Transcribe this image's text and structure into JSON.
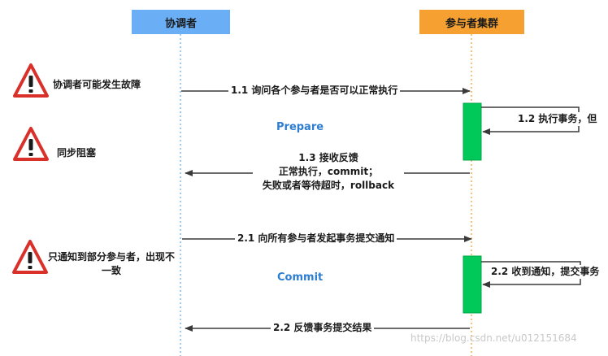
{
  "participants": {
    "coordinator": "协调者",
    "cluster": "参与者集群"
  },
  "warnings": [
    "协调者可能发生故障",
    "同步阻塞",
    "只通知到部分参与者，出现不一致"
  ],
  "phases": {
    "prepare": "Prepare",
    "commit": "Commit"
  },
  "messages": {
    "m11": "1.1 询问各个参与者是否可以正常执行",
    "m12": "1.2 执行事务，但",
    "m13_line1": "1.3 接收反馈",
    "m13_line2": "正常执行，commit；",
    "m13_line3": "失败或者等待超时，rollback",
    "m21": "2.1 向所有参与者发起事务提交通知",
    "m22a": "2.2 收到通知，提交事务",
    "m22b": "2.2 反馈事务提交结果"
  },
  "watermark": "https://blog.csdn.net/u012151684",
  "colors": {
    "coordinator_header": "#6aaff5",
    "cluster_header": "#f5a030",
    "activation": "#00c95a",
    "phase_text": "#2d7dd2",
    "warning": "#d9302a"
  }
}
